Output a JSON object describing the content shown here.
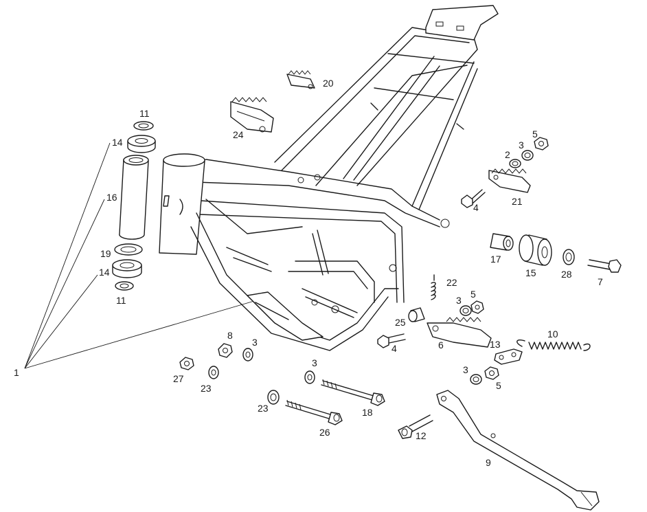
{
  "diagram": {
    "part_labels": [
      {
        "num": "11",
        "part": "upper-bearing-seal-11"
      },
      {
        "num": "14",
        "part": "upper-bearing-14"
      },
      {
        "num": "16",
        "part": "steering-tube-16"
      },
      {
        "num": "19",
        "part": "lower-seal-19"
      },
      {
        "num": "14",
        "part": "lower-bearing-14"
      },
      {
        "num": "11",
        "part": "lower-bearing-seal-11"
      },
      {
        "num": "1",
        "part": "frame-1"
      },
      {
        "num": "20",
        "part": "passenger-footrest-20"
      },
      {
        "num": "24",
        "part": "passenger-footrest-24"
      },
      {
        "num": "5",
        "part": "nut-5-upper"
      },
      {
        "num": "3",
        "part": "washer-3-upper"
      },
      {
        "num": "2",
        "part": "spring-washer-2"
      },
      {
        "num": "21",
        "part": "footrest-21"
      },
      {
        "num": "4",
        "part": "bolt-4-upper"
      },
      {
        "num": "17",
        "part": "spacer-17"
      },
      {
        "num": "15",
        "part": "bushing-15"
      },
      {
        "num": "28",
        "part": "washer-28"
      },
      {
        "num": "7",
        "part": "bolt-7"
      },
      {
        "num": "22",
        "part": "spring-22"
      },
      {
        "num": "3",
        "part": "washer-3-mid"
      },
      {
        "num": "5",
        "part": "nut-5-mid"
      },
      {
        "num": "25",
        "part": "spacer-25"
      },
      {
        "num": "6",
        "part": "footrest-6"
      },
      {
        "num": "4",
        "part": "bolt-4-lower"
      },
      {
        "num": "10",
        "part": "spring-10"
      },
      {
        "num": "13",
        "part": "plate-13"
      },
      {
        "num": "3",
        "part": "washer-3-stand"
      },
      {
        "num": "5",
        "part": "nut-5-stand"
      },
      {
        "num": "8",
        "part": "nut-8"
      },
      {
        "num": "3",
        "part": "washer-3-left"
      },
      {
        "num": "27",
        "part": "nut-27"
      },
      {
        "num": "23",
        "part": "washer-23-upper"
      },
      {
        "num": "3",
        "part": "washer-3-center"
      },
      {
        "num": "18",
        "part": "bolt-18"
      },
      {
        "num": "23",
        "part": "washer-23-lower"
      },
      {
        "num": "26",
        "part": "bolt-26"
      },
      {
        "num": "12",
        "part": "bolt-12"
      },
      {
        "num": "9",
        "part": "side-stand-9"
      }
    ]
  }
}
